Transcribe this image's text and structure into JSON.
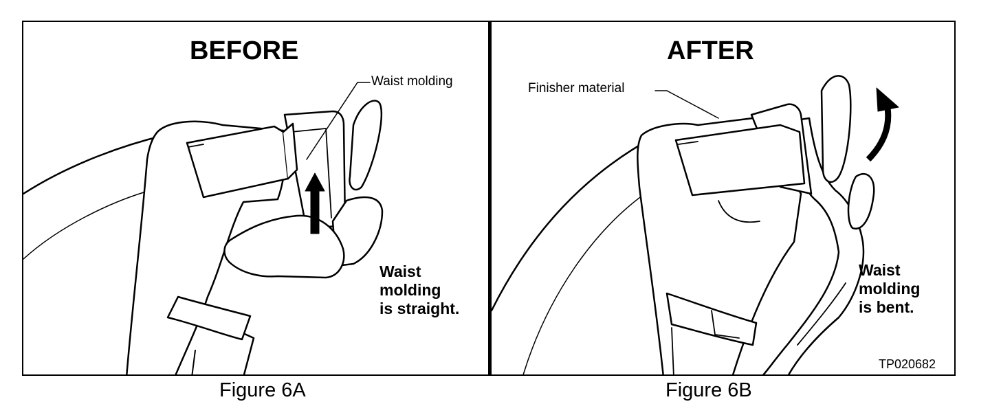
{
  "left_panel": {
    "heading": "BEFORE",
    "callout": "Waist molding",
    "note_lines": [
      "Waist",
      "molding",
      "is straight."
    ],
    "caption": "Figure 6A"
  },
  "right_panel": {
    "heading": "AFTER",
    "callout": "Finisher material",
    "note_lines": [
      "Waist",
      "molding",
      "is bent."
    ],
    "code": "TP020682",
    "caption": "Figure 6B"
  },
  "icons": {
    "up_arrow": "up-arrow-icon",
    "curved_arrow": "curved-arrow-icon"
  }
}
